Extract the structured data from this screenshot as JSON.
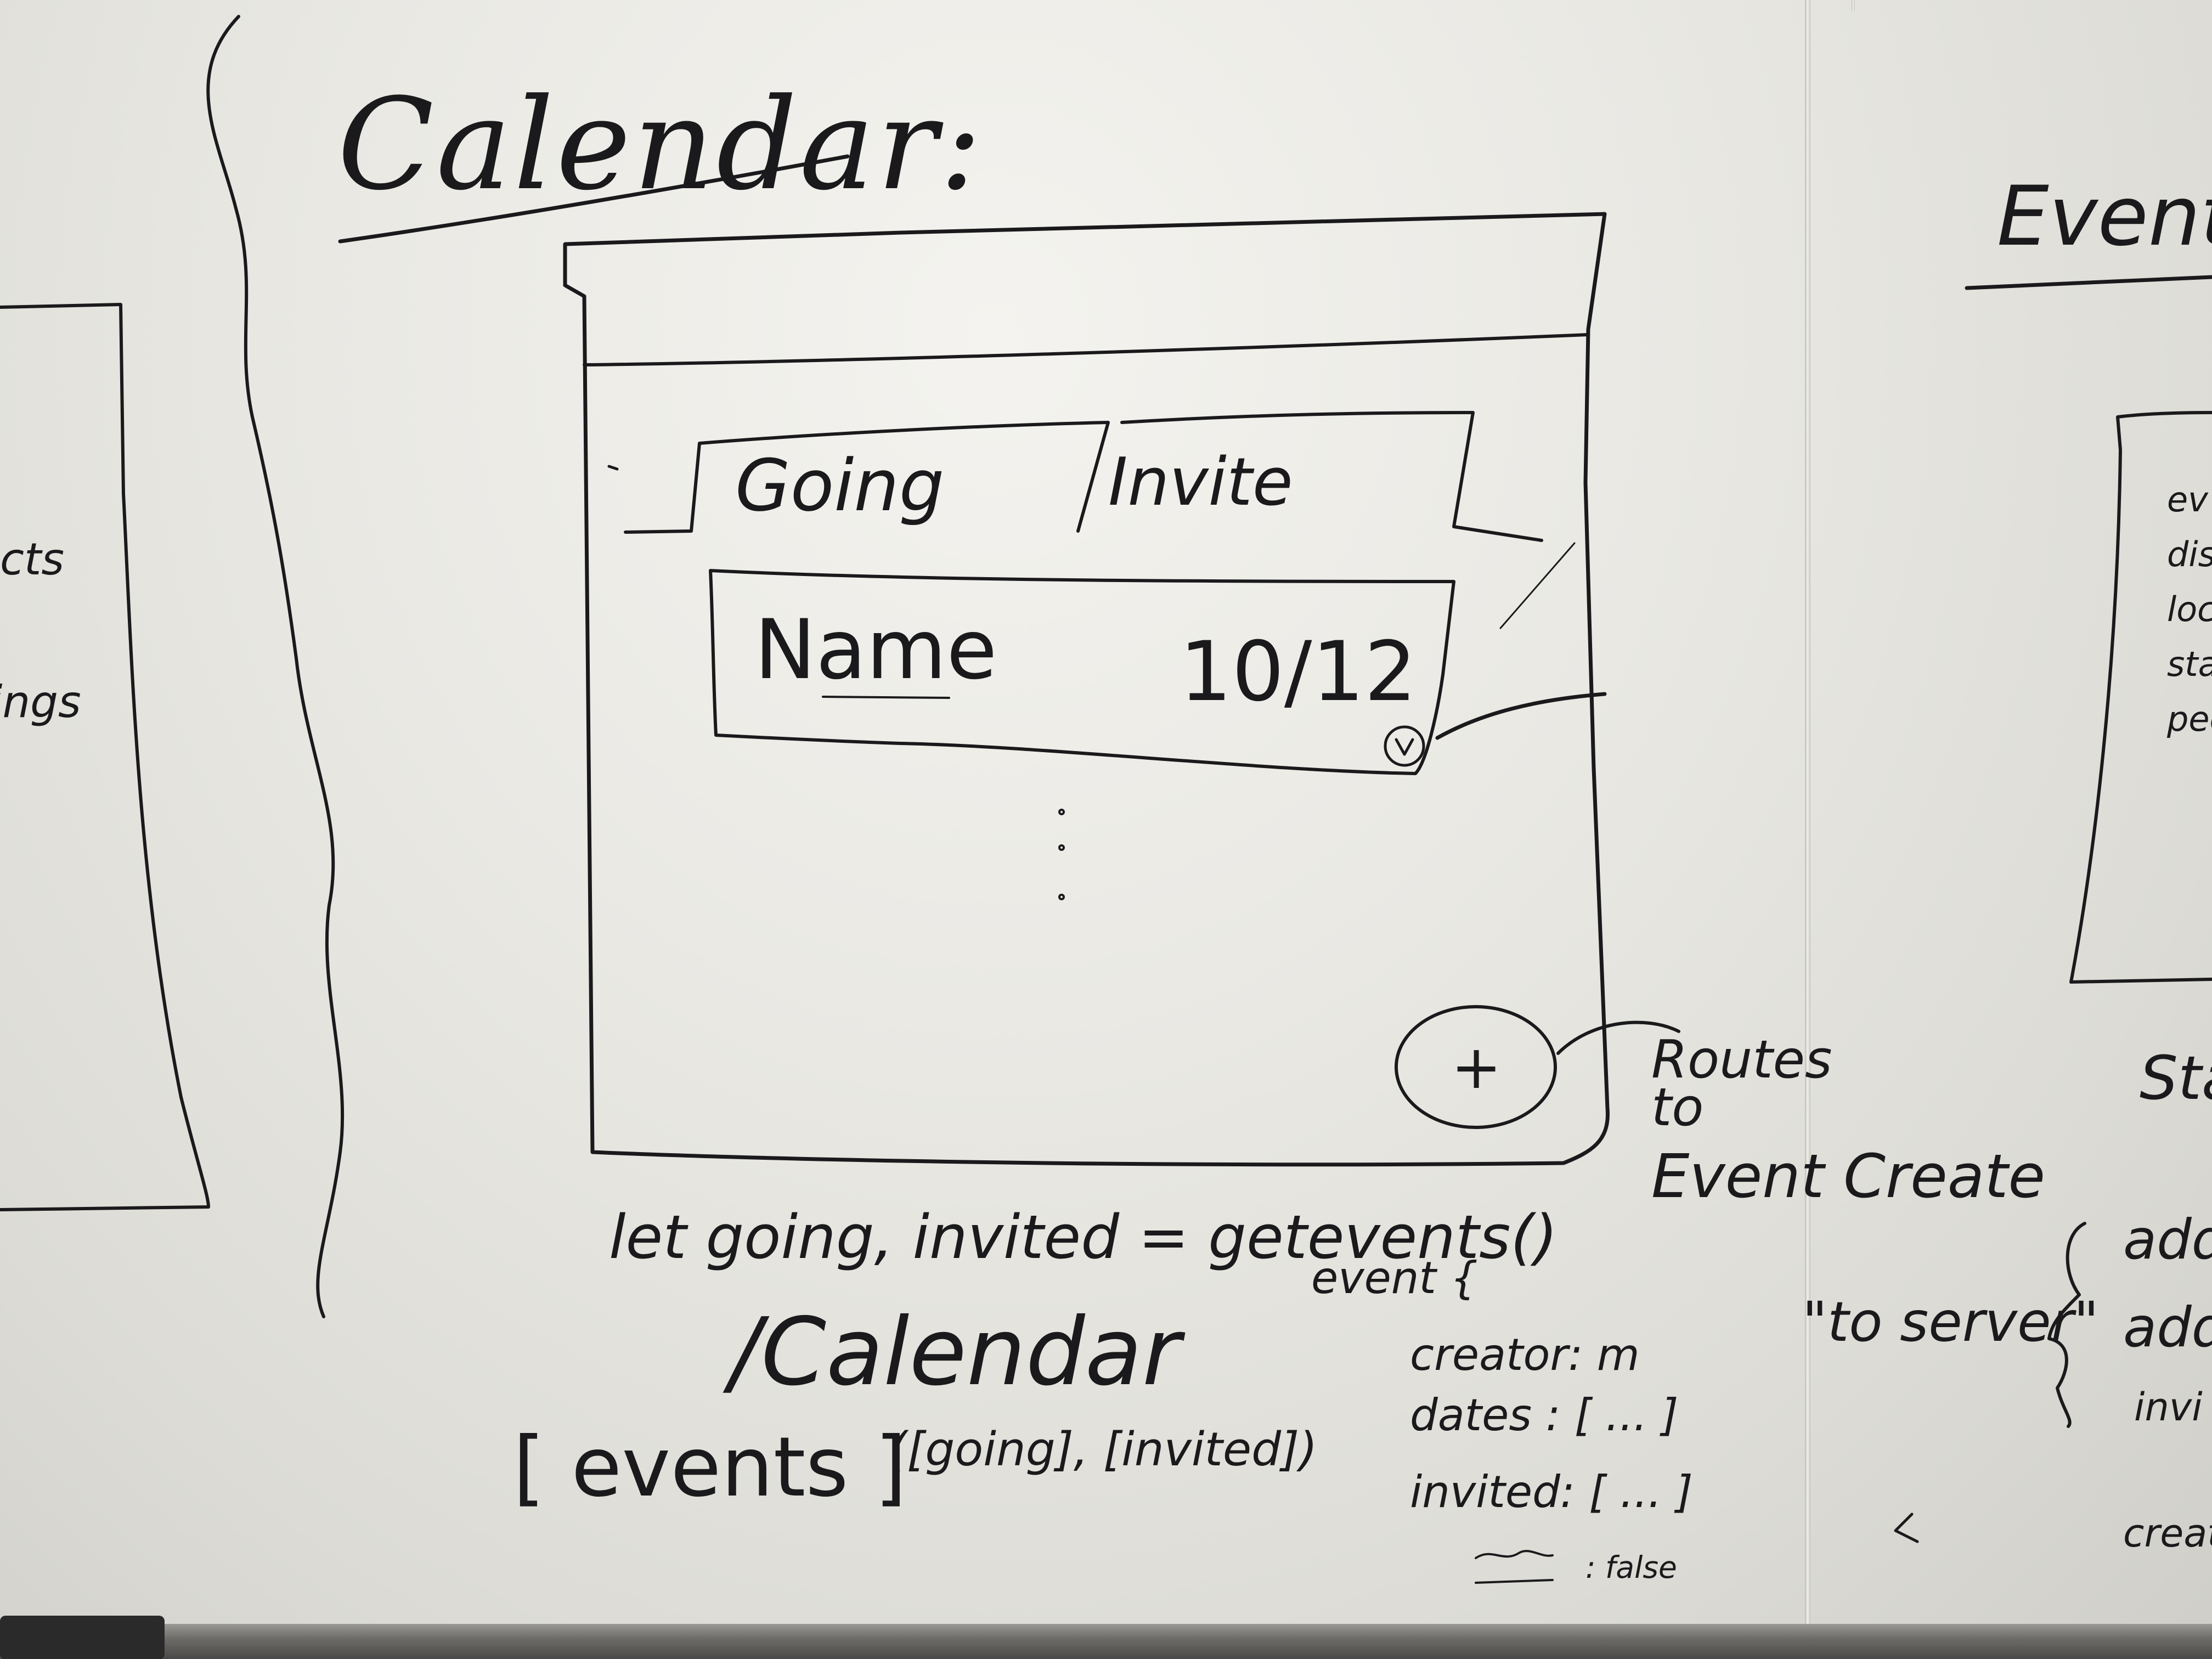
{
  "calendar_heading": "Calendar:",
  "event_heading_partial": "Event",
  "tabs": {
    "going": "Going",
    "invite": "Invite"
  },
  "event_row": {
    "name": "Name",
    "date": "10/12",
    "chevron_glyph": "v"
  },
  "add_button_glyph": "+",
  "routes_note": [
    "Routes",
    "to",
    "Event Create"
  ],
  "code_line": "let  going, invited  =  getevents()",
  "route_path": "/Calendar",
  "events_structure": {
    "events": "[ events ]",
    "tuple": "([going], [invited])"
  },
  "event_object": {
    "header": "event {",
    "creator": "creator: m",
    "dates": "dates : [ ... ]",
    "invited": "invited: [ ... ]",
    "flag": ": false"
  },
  "to_server": "\"to server\"",
  "left_panel_fragments": [
    "cts",
    "lings"
  ],
  "right_panel_fragments": [
    "ev",
    "disc",
    "loc",
    "sta",
    "peo"
  ],
  "right_lower_fragments": [
    "Sta",
    "add",
    "add",
    "invi",
    "creat"
  ],
  "icons": {
    "add": "plus-circle-icon",
    "chevron": "chevron-down-icon"
  },
  "colors": {
    "ink": "#1a1a1c",
    "board": "#ecebe6"
  }
}
